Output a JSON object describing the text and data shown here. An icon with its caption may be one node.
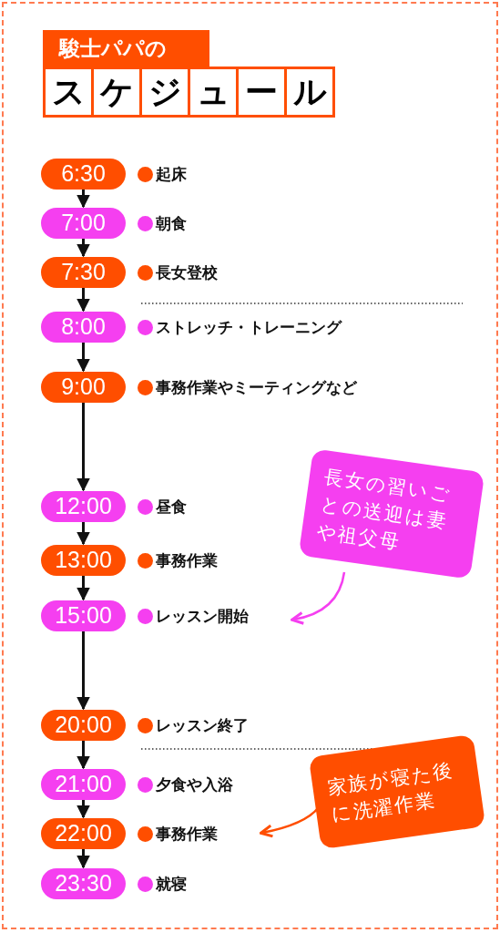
{
  "diagram": {
    "title": "駿士パパの",
    "nodes": [
      {
        "text": [
          "スケジュール"
        ]
      },
      {
        "text": [
          "6:30"
        ],
        "beside": [
          "起床"
        ]
      },
      {
        "text": [
          "7:00"
        ],
        "beside": [
          "朝食"
        ]
      },
      {
        "text": [
          "7:30"
        ],
        "beside": [
          "長女登校"
        ]
      },
      {
        "text": [
          "8:00"
        ],
        "beside": [
          "ストレッチ・トレーニング"
        ]
      },
      {
        "text": [
          "9:00"
        ],
        "beside": [
          "事務作業やミーティングなど"
        ]
      },
      {
        "text": [
          "12:00"
        ],
        "beside": [
          "昼食"
        ]
      },
      {
        "text": [
          "13:00"
        ],
        "beside": [
          "事務作業"
        ]
      },
      {
        "text": [
          "15:00"
        ],
        "beside": [
          "レッスン開始"
        ]
      },
      {
        "text": [
          "20:00"
        ],
        "beside": [
          "レッスン終了"
        ]
      },
      {
        "text": [
          "21:00"
        ],
        "beside": [
          "夕食や入浴"
        ]
      },
      {
        "text": [
          "22:00"
        ],
        "beside": [
          "事務作業"
        ]
      },
      {
        "text": [
          "23:30"
        ],
        "beside": [
          "就寝"
        ]
      },
      {
        "text": [
          "長女の習いごとの送迎は妻や祖父母"
        ]
      },
      {
        "text": [
          "家族が寝た後に洗濯作業"
        ]
      }
    ],
    "edges": [
      {
        "from": 1,
        "to": 2,
        "arrow": "to"
      },
      {
        "from": 2,
        "to": 3,
        "arrow": "to"
      },
      {
        "from": 3,
        "to": 4,
        "arrow": "to"
      },
      {
        "from": 4,
        "to": 5,
        "arrow": "to"
      },
      {
        "from": 5,
        "to": 6,
        "arrow": "to"
      },
      {
        "from": 6,
        "to": 7,
        "arrow": "to"
      },
      {
        "from": 7,
        "to": 8,
        "arrow": "to"
      },
      {
        "from": 8,
        "to": 9,
        "arrow": "to"
      },
      {
        "from": 9,
        "to": 10,
        "arrow": "to"
      },
      {
        "from": 10,
        "to": 11,
        "arrow": "to"
      },
      {
        "from": 11,
        "to": 12,
        "arrow": "to"
      },
      {
        "from": 13,
        "to": null,
        "arrow": "to",
        "color": "#f53ff0"
      },
      {
        "from": 14,
        "to": null,
        "arrow": "to",
        "color": "#ff4e00"
      }
    ]
  }
}
